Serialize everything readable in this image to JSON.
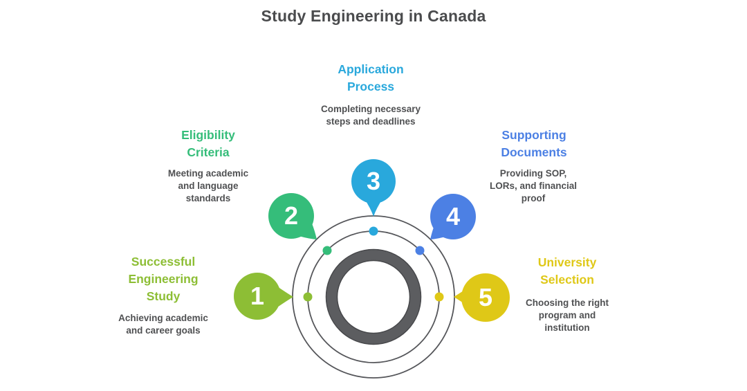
{
  "title": "Study Engineering in Canada",
  "colors": {
    "title_text": "#4A4B4D",
    "description_text": "#4F5052",
    "orbit_stroke": "#55565A",
    "hub_ring": "#5C5D60",
    "hub_ring_edge": "#46474A",
    "bubble_number_text": "#FFFFFF"
  },
  "steps": [
    {
      "number": "1",
      "label": "Successful Engineering Study",
      "description": "Achieving academic and career goals",
      "color": "#8DBE35"
    },
    {
      "number": "2",
      "label": "Eligibility Criteria",
      "description": "Meeting academic and language standards",
      "color": "#35BD7A"
    },
    {
      "number": "3",
      "label": "Application Process",
      "description": "Completing necessary steps and deadlines",
      "color": "#29A8DC"
    },
    {
      "number": "4",
      "label": "Supporting Documents",
      "description": "Providing SOP, LORs, and financial proof",
      "color": "#4C80E4"
    },
    {
      "number": "5",
      "label": "University Selection",
      "description": "Choosing the right program and institution",
      "color": "#DFC817"
    }
  ]
}
